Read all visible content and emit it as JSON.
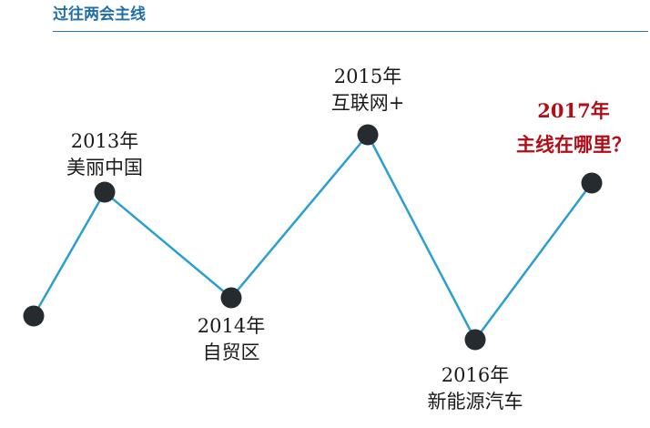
{
  "header": {
    "title": "过往两会主线",
    "accent_color": "#1f6fa9"
  },
  "timeline": {
    "line_color": "#2a9fd0",
    "dot_color": "#262b30",
    "highlight_color": "#b30d17",
    "milestones": [
      {
        "year": "",
        "theme": ""
      },
      {
        "year": "2013年",
        "theme": "美丽中国"
      },
      {
        "year": "2014年",
        "theme": "自贸区"
      },
      {
        "year": "2015年",
        "theme": "互联网+"
      },
      {
        "year": "2016年",
        "theme": "新能源汽车"
      },
      {
        "year": "2017年",
        "theme": "主线在哪里？"
      }
    ]
  }
}
